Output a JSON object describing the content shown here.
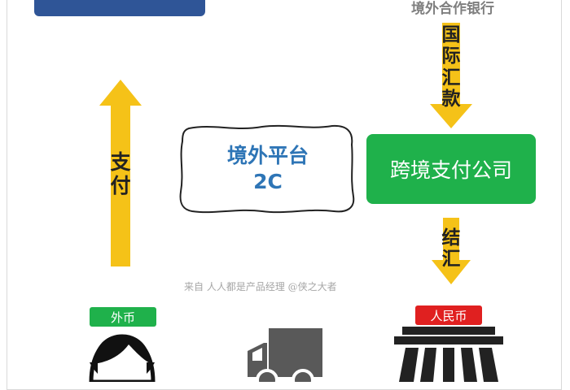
{
  "partner_bank": "境外合作银行",
  "remittance_label": "国际汇款",
  "payment_label": "支付",
  "platform": {
    "line1": "境外平台",
    "line2": "2C"
  },
  "payment_company": "跨境支付公司",
  "settlement_label": "结汇",
  "watermark": "来自 人人都是产品经理 @侠之大者",
  "foreign_currency": "外币",
  "rmb": "人民币",
  "colors": {
    "top_box": "#2f5597",
    "arrow": "#f5c218",
    "green": "#1fb14b",
    "red": "#e02020",
    "platform_text": "#2e75b6"
  }
}
